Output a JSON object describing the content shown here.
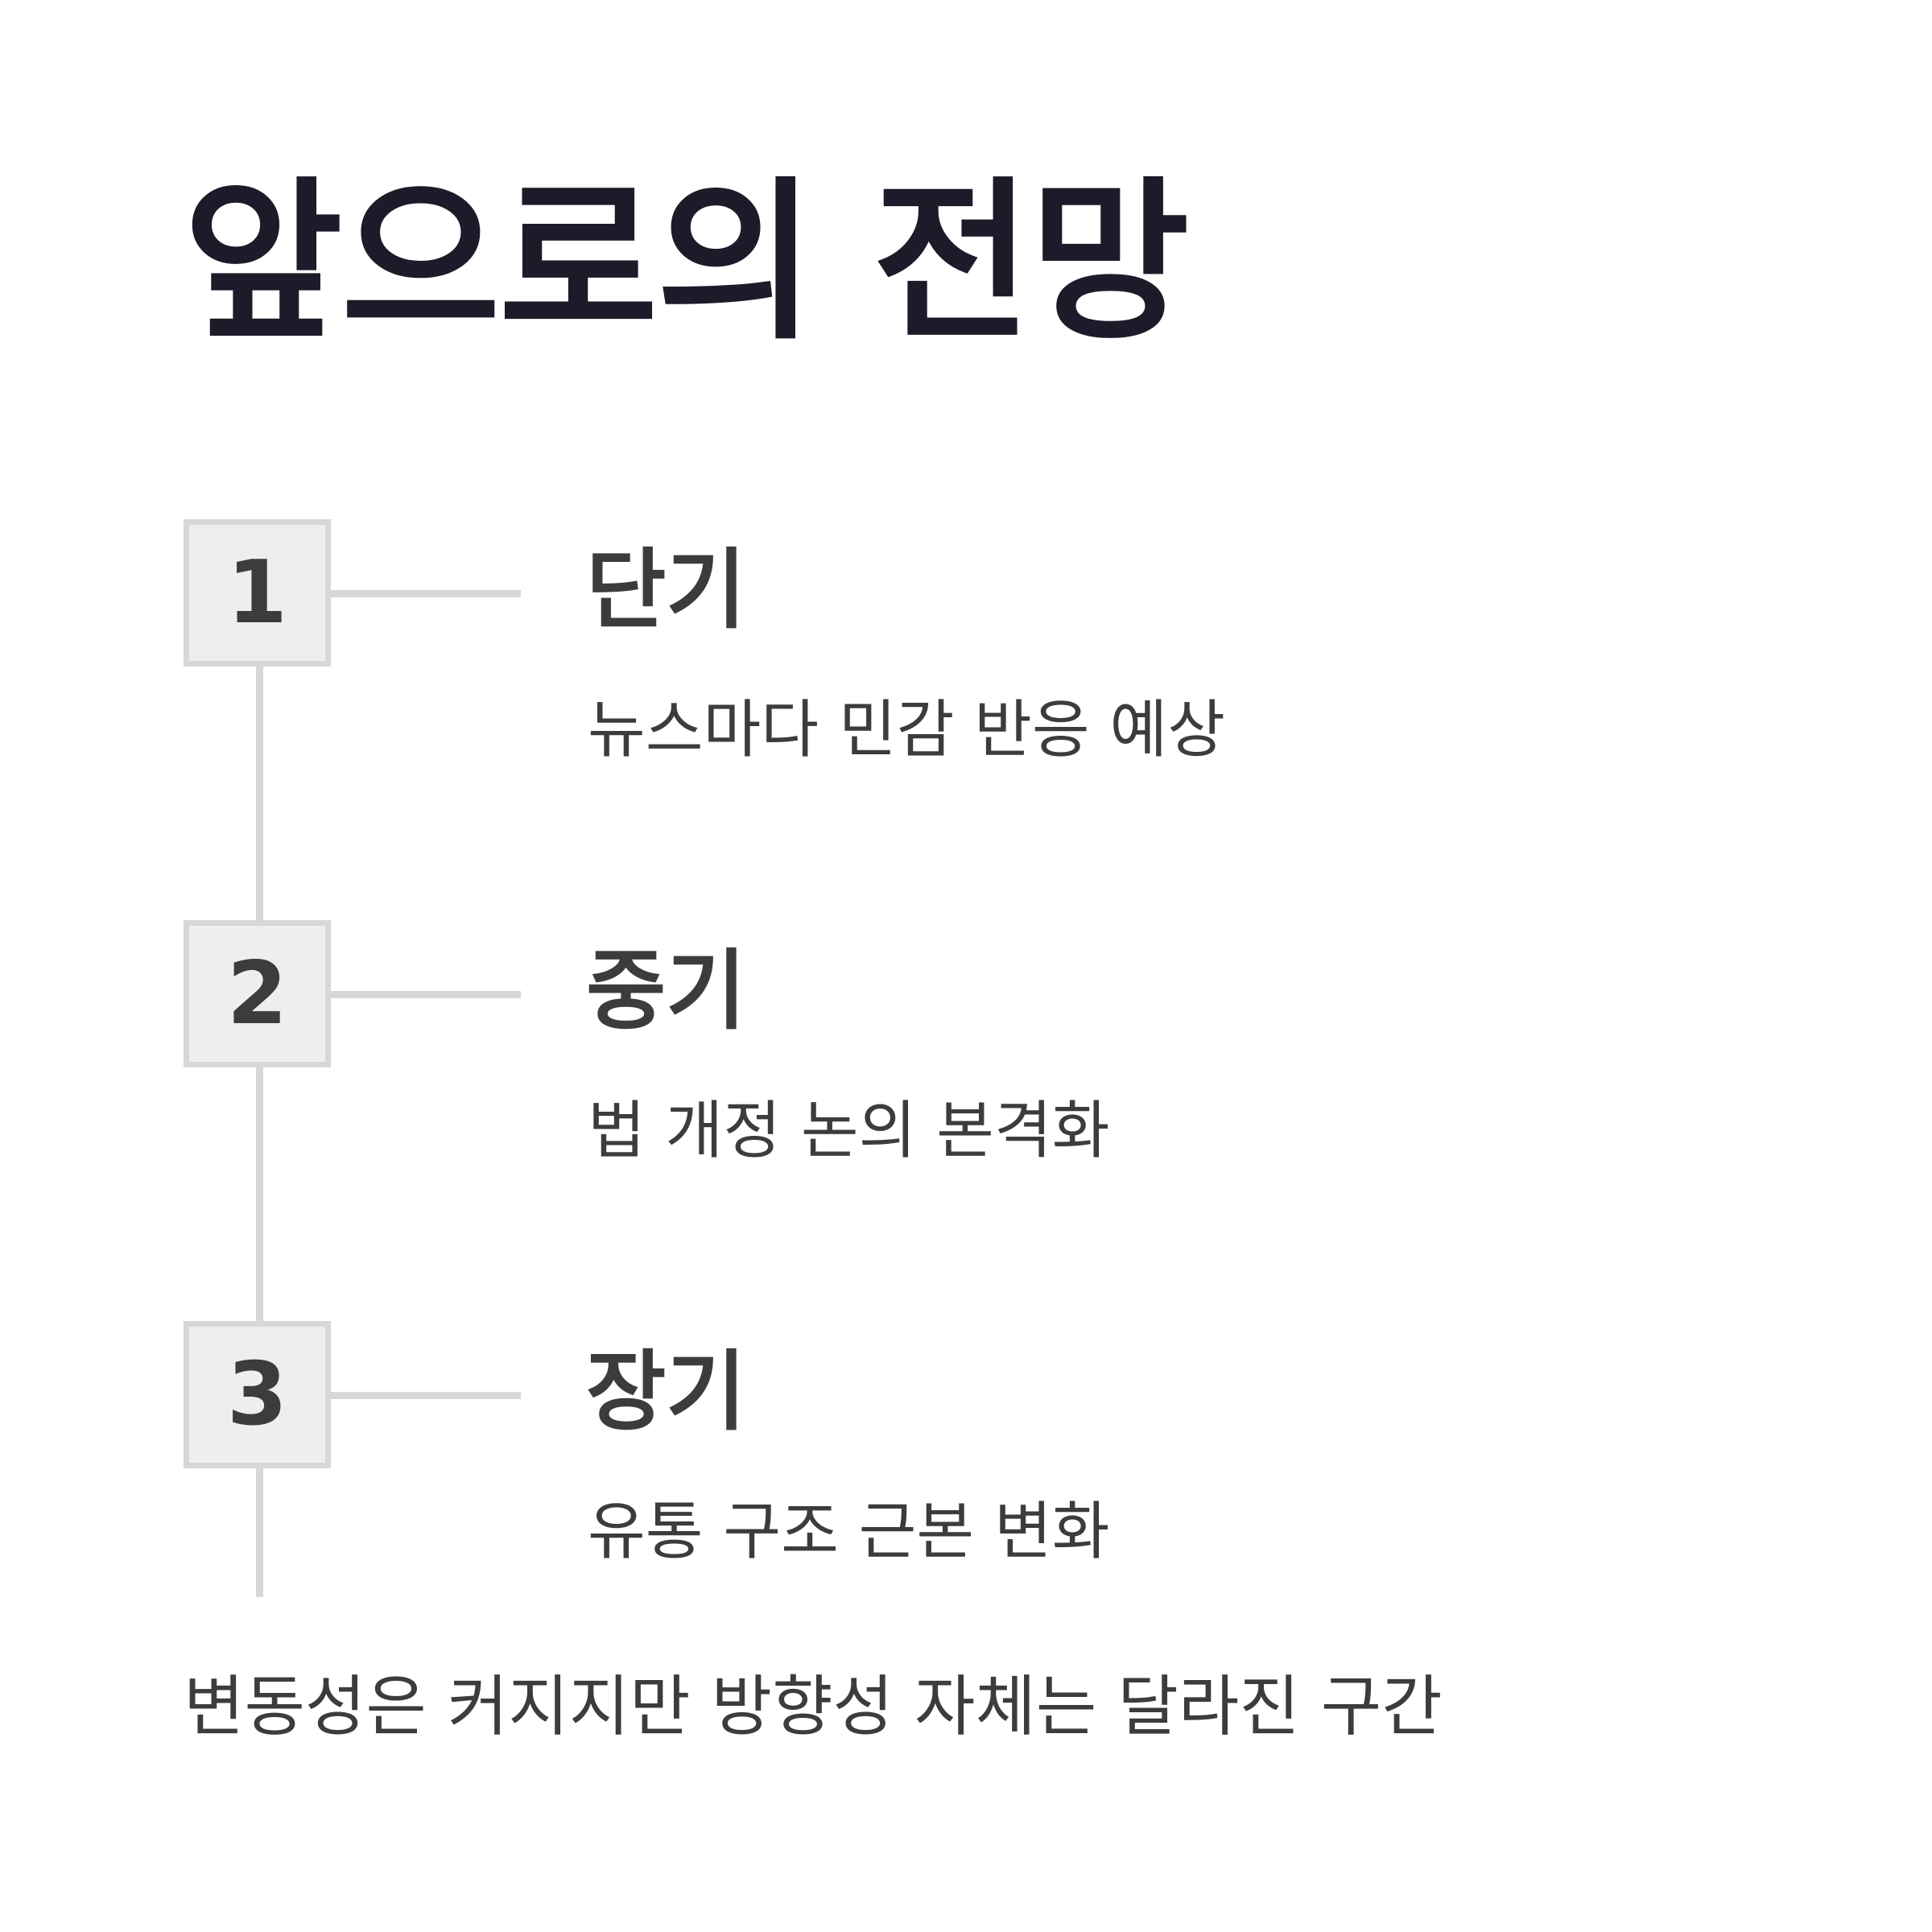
{
  "title": "앞으로의 전망",
  "steps": [
    {
      "number": "1",
      "heading": "단기",
      "description": "뉴스마다 민감 반응 예상"
    },
    {
      "number": "2",
      "heading": "중기",
      "description": "법 개정 논의 본격화"
    },
    {
      "number": "3",
      "heading": "장기",
      "description": "유통 구조 근본 변화"
    }
  ],
  "footer": "변동성은 커지지만 방향성 자체는 달라진 구간",
  "colors": {
    "title": "#1c1b29",
    "text": "#3c3c3c",
    "line": "#d8d6d6",
    "box_fill": "#f0eeed",
    "background": "#ffffff"
  }
}
